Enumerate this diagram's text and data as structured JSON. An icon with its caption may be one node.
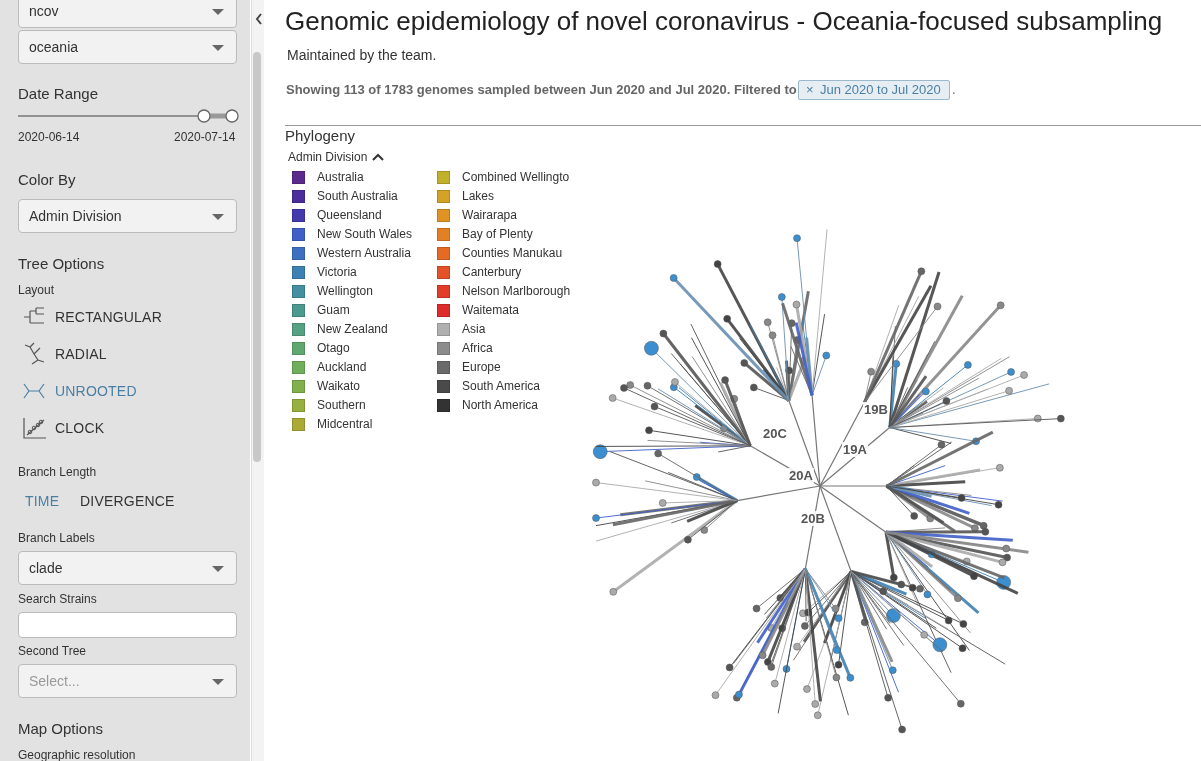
{
  "diagram": {
    "title": "Genomic epidemiology of novel coronavirus - Oceania-focused subsampling",
    "labels": [
      "ncov",
      "oceania",
      "Date Range",
      "2020-06-14",
      "2020-07-14",
      "Color By",
      "Admin Division",
      "Tree Options",
      "Layout",
      "RECTANGULAR",
      "RADIAL",
      "UNROOTED",
      "CLOCK",
      "Branch Length",
      "TIME",
      "DIVERGENCE",
      "Branch Labels",
      "clade",
      "Search Strains",
      "Second Tree",
      "Select...",
      "Map Options",
      "Geographic resolution",
      "Maintained by the team.",
      "Showing 113 of 1783 genomes sampled between Jun 2020 and Jul 2020. Filtered to",
      "×",
      "Jun 2020 to Jul 2020",
      ".",
      "Phylogeny",
      "Admin Division",
      "19B",
      "19A",
      "20C",
      "20A",
      "20B"
    ],
    "legend": [
      {
        "text": "Australia",
        "color": "#5c2a8c"
      },
      {
        "text": "South Australia",
        "color": "#4b2d9b"
      },
      {
        "text": "Queensland",
        "color": "#4439ad"
      },
      {
        "text": "New South Wales",
        "color": "#4060c8"
      },
      {
        "text": "Western Australia",
        "color": "#3f6fc0"
      },
      {
        "text": "Victoria",
        "color": "#3f80b4"
      },
      {
        "text": "Wellington",
        "color": "#4590a0"
      },
      {
        "text": "Guam",
        "color": "#4c9990"
      },
      {
        "text": "New Zealand",
        "color": "#55a183"
      },
      {
        "text": "Otago",
        "color": "#60a870"
      },
      {
        "text": "Auckland",
        "color": "#6fae5a"
      },
      {
        "text": "Waikato",
        "color": "#81b04d"
      },
      {
        "text": "Southern",
        "color": "#98b040"
      },
      {
        "text": "Midcentral",
        "color": "#aaaa35"
      },
      {
        "text": "Combined Wellingto",
        "color": "#c1b02a"
      },
      {
        "text": "Lakes",
        "color": "#d2a326"
      },
      {
        "text": "Wairarapa",
        "color": "#de9323"
      },
      {
        "text": "Bay of Plenty",
        "color": "#e28025"
      },
      {
        "text": "Counties Manukau",
        "color": "#e46a25"
      },
      {
        "text": "Canterbury",
        "color": "#e45228"
      },
      {
        "text": "Nelson Marlborough",
        "color": "#e23d28"
      },
      {
        "text": "Waitemata",
        "color": "#dd2c2b"
      },
      {
        "text": "Asia",
        "color": "#b0b0b0"
      },
      {
        "text": "Africa",
        "color": "#8c8c8c"
      },
      {
        "text": "Europe",
        "color": "#6a6a6a"
      },
      {
        "text": "South America",
        "color": "#4a4a4a"
      },
      {
        "text": "North America",
        "color": "#333333"
      }
    ]
  }
}
